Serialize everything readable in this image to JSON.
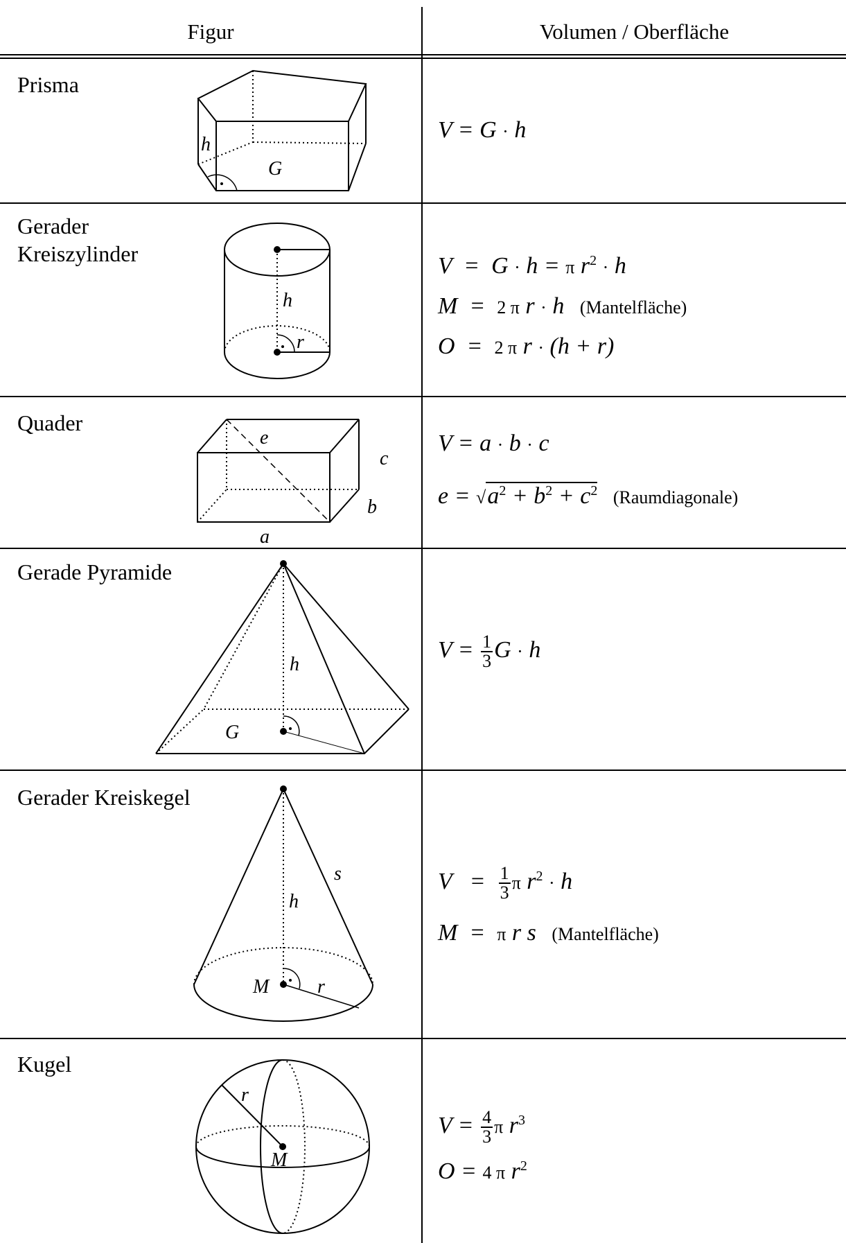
{
  "header": {
    "figure": "Figur",
    "formula": "Volumen / Oberfläche"
  },
  "rows": [
    {
      "label": "Prisma",
      "fig_labels": {
        "h": "h",
        "G": "G"
      },
      "formulas": [
        "V = G · h"
      ]
    },
    {
      "label": "Gerader\nKreiszylinder",
      "fig_labels": {
        "h": "h",
        "r": "r"
      },
      "formulas": [
        "V  =  G · h = π r² · h",
        "M  =  2 π r · h",
        "O  =  2 π r · (h + r)"
      ],
      "notes": {
        "mantel": "(Mantelfläche)"
      }
    },
    {
      "label": "Quader",
      "fig_labels": {
        "e": "e",
        "a": "a",
        "b": "b",
        "c": "c"
      },
      "formulas": [
        "V = a · b · c",
        "e = √(a² + b² + c²)"
      ],
      "notes": {
        "raum": "(Raumdiagonale)"
      }
    },
    {
      "label": "Gerade Pyramide",
      "fig_labels": {
        "h": "h",
        "G": "G"
      },
      "formulas": [
        "V = 1/3 G · h"
      ]
    },
    {
      "label": "Gerader Kreiskegel",
      "fig_labels": {
        "h": "h",
        "s": "s",
        "r": "r",
        "M": "M"
      },
      "formulas": [
        "V  =  1/3 π r² · h",
        "M  =  π r s"
      ],
      "notes": {
        "mantel": "(Mantelfläche)"
      }
    },
    {
      "label": "Kugel",
      "fig_labels": {
        "r": "r",
        "M": "M"
      },
      "formulas": [
        "V = 4/3 π r³",
        "O = 4 π r²"
      ]
    }
  ]
}
